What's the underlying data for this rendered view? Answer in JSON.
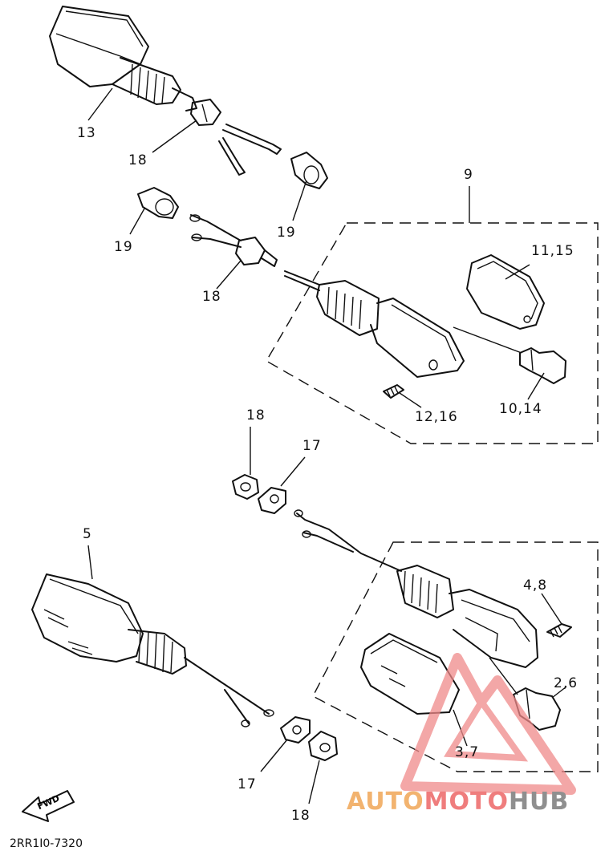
{
  "diagram": {
    "callouts": {
      "c13": "13",
      "c18_top": "18",
      "c19_a": "19",
      "c19_b": "19",
      "c18_mid": "18",
      "c9": "9",
      "c11_15": "11,15",
      "c12_16": "12,16",
      "c10_14": "10,14",
      "c18_center": "18",
      "c17_center": "17",
      "c5": "5",
      "c4_8": "4,8",
      "c2_6": "2,6",
      "c3_7": "3,7",
      "c17_bottom": "17",
      "c18_bottom": "18"
    },
    "fwd_arrow": "FWD",
    "drawing_code": "2RR1I0-7320"
  },
  "watermark": {
    "part_auto": "AUTO",
    "part_moto": "MOTO",
    "part_hub": "HUB",
    "colors": {
      "auto": "#f2b36f",
      "moto": "#ef7d7d",
      "hub": "#8f8f8f",
      "triangle": "#f08a8a"
    }
  }
}
